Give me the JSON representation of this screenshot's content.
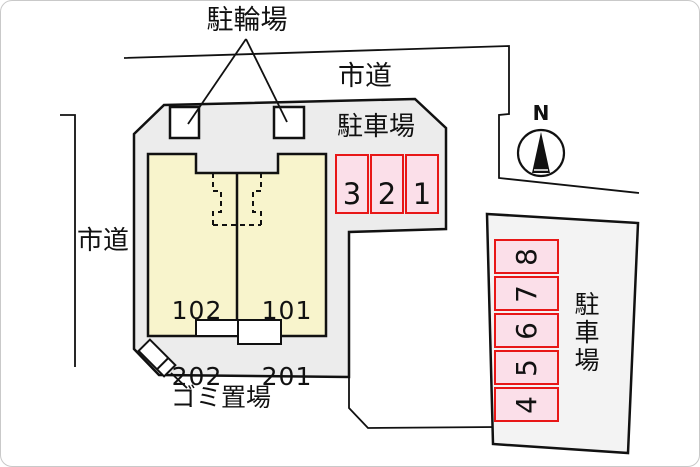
{
  "plan": {
    "bicycle_parking_label": "駐輪場",
    "road_top_label": "市道",
    "road_left_label": "市道",
    "garbage_label": "ゴミ置場",
    "compass_label": "N",
    "parking_top": {
      "label": "駐車場",
      "spaces": [
        "3",
        "2",
        "1"
      ]
    },
    "parking_right": {
      "label": "駐車場",
      "spaces": [
        "8",
        "7",
        "6",
        "5",
        "4"
      ]
    },
    "building": {
      "left_unit": {
        "line1": "102",
        "line2": "202"
      },
      "right_unit": {
        "line1": "101",
        "line2": "201"
      }
    },
    "colors": {
      "site_fill": "#ececec",
      "right_lot_fill": "#f3f3f3",
      "building_fill": "#f8f4cc",
      "stall_fill": "#fbdfe9",
      "stall_border": "#e81717",
      "line": "#111111"
    }
  }
}
